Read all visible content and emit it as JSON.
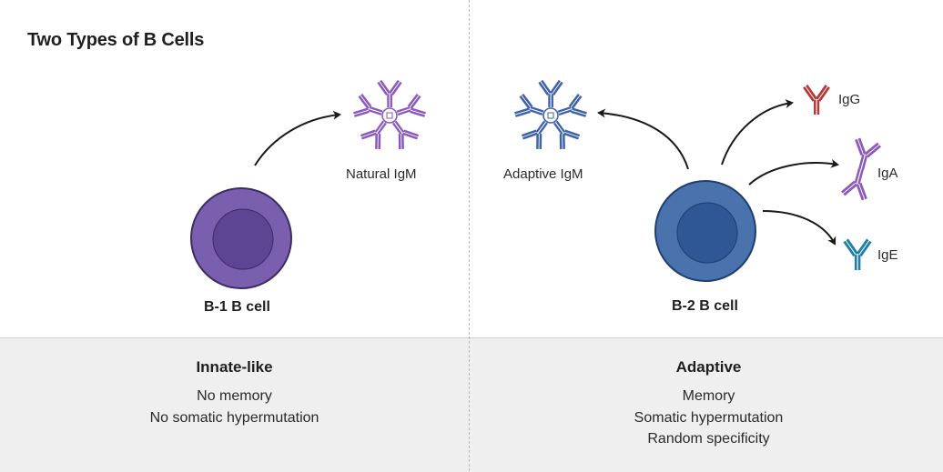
{
  "title": "Two Types of B Cells",
  "b1": {
    "cell_label": "B-1 B cell",
    "antibody_label": "Natural IgM",
    "cell_color": "#7a5fae",
    "nucleus_color": "#5e4593",
    "antibody_color": "#8a5bbd"
  },
  "b2": {
    "cell_label": "B-2 B cell",
    "igm_label": "Adaptive IgM",
    "igg_label": "IgG",
    "iga_label": "IgA",
    "ige_label": "IgE",
    "cell_color": "#4a72ad",
    "nucleus_color": "#2f5793",
    "igm_color": "#3e63a8",
    "igg_color": "#b53a3a",
    "iga_color": "#8a5bbd",
    "ige_color": "#1f7fa8"
  },
  "panel_left": {
    "heading": "Innate-like",
    "lines": [
      "No memory",
      "No somatic hypermutation"
    ]
  },
  "panel_right": {
    "heading": "Adaptive",
    "lines": [
      "Memory",
      "Somatic hypermutation",
      "Random specificity"
    ]
  },
  "icons": {
    "natural_igm": "pentamer-antibody-icon",
    "adaptive_igm": "pentamer-antibody-icon",
    "igg": "y-antibody-icon",
    "iga": "dimer-antibody-icon",
    "ige": "y-antibody-icon"
  }
}
